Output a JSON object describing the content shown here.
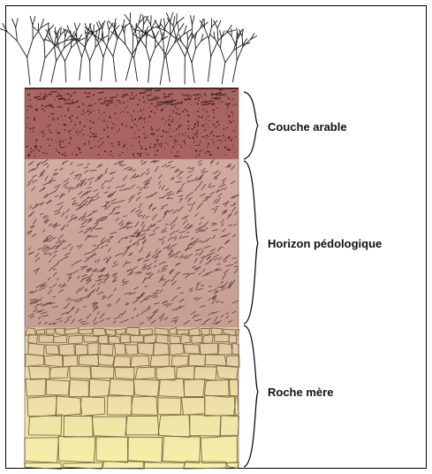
{
  "diagram": {
    "layers": [
      {
        "id": "topsoil",
        "label": "Couche arable",
        "color": "#a86460"
      },
      {
        "id": "subsoil",
        "label": "Horizon pédologique",
        "color": "#c9a196"
      },
      {
        "id": "bedrock",
        "label": "Roche mère",
        "color": "#f4eca3"
      }
    ],
    "colors": {
      "frame": "#000000",
      "roots": "#1a1a1a",
      "topsoil_dots": "#3b1a18",
      "subsoil_strokes": "#5a3e38",
      "bedrock_cracks": "#7a6b44",
      "bracket": "#000000"
    }
  }
}
